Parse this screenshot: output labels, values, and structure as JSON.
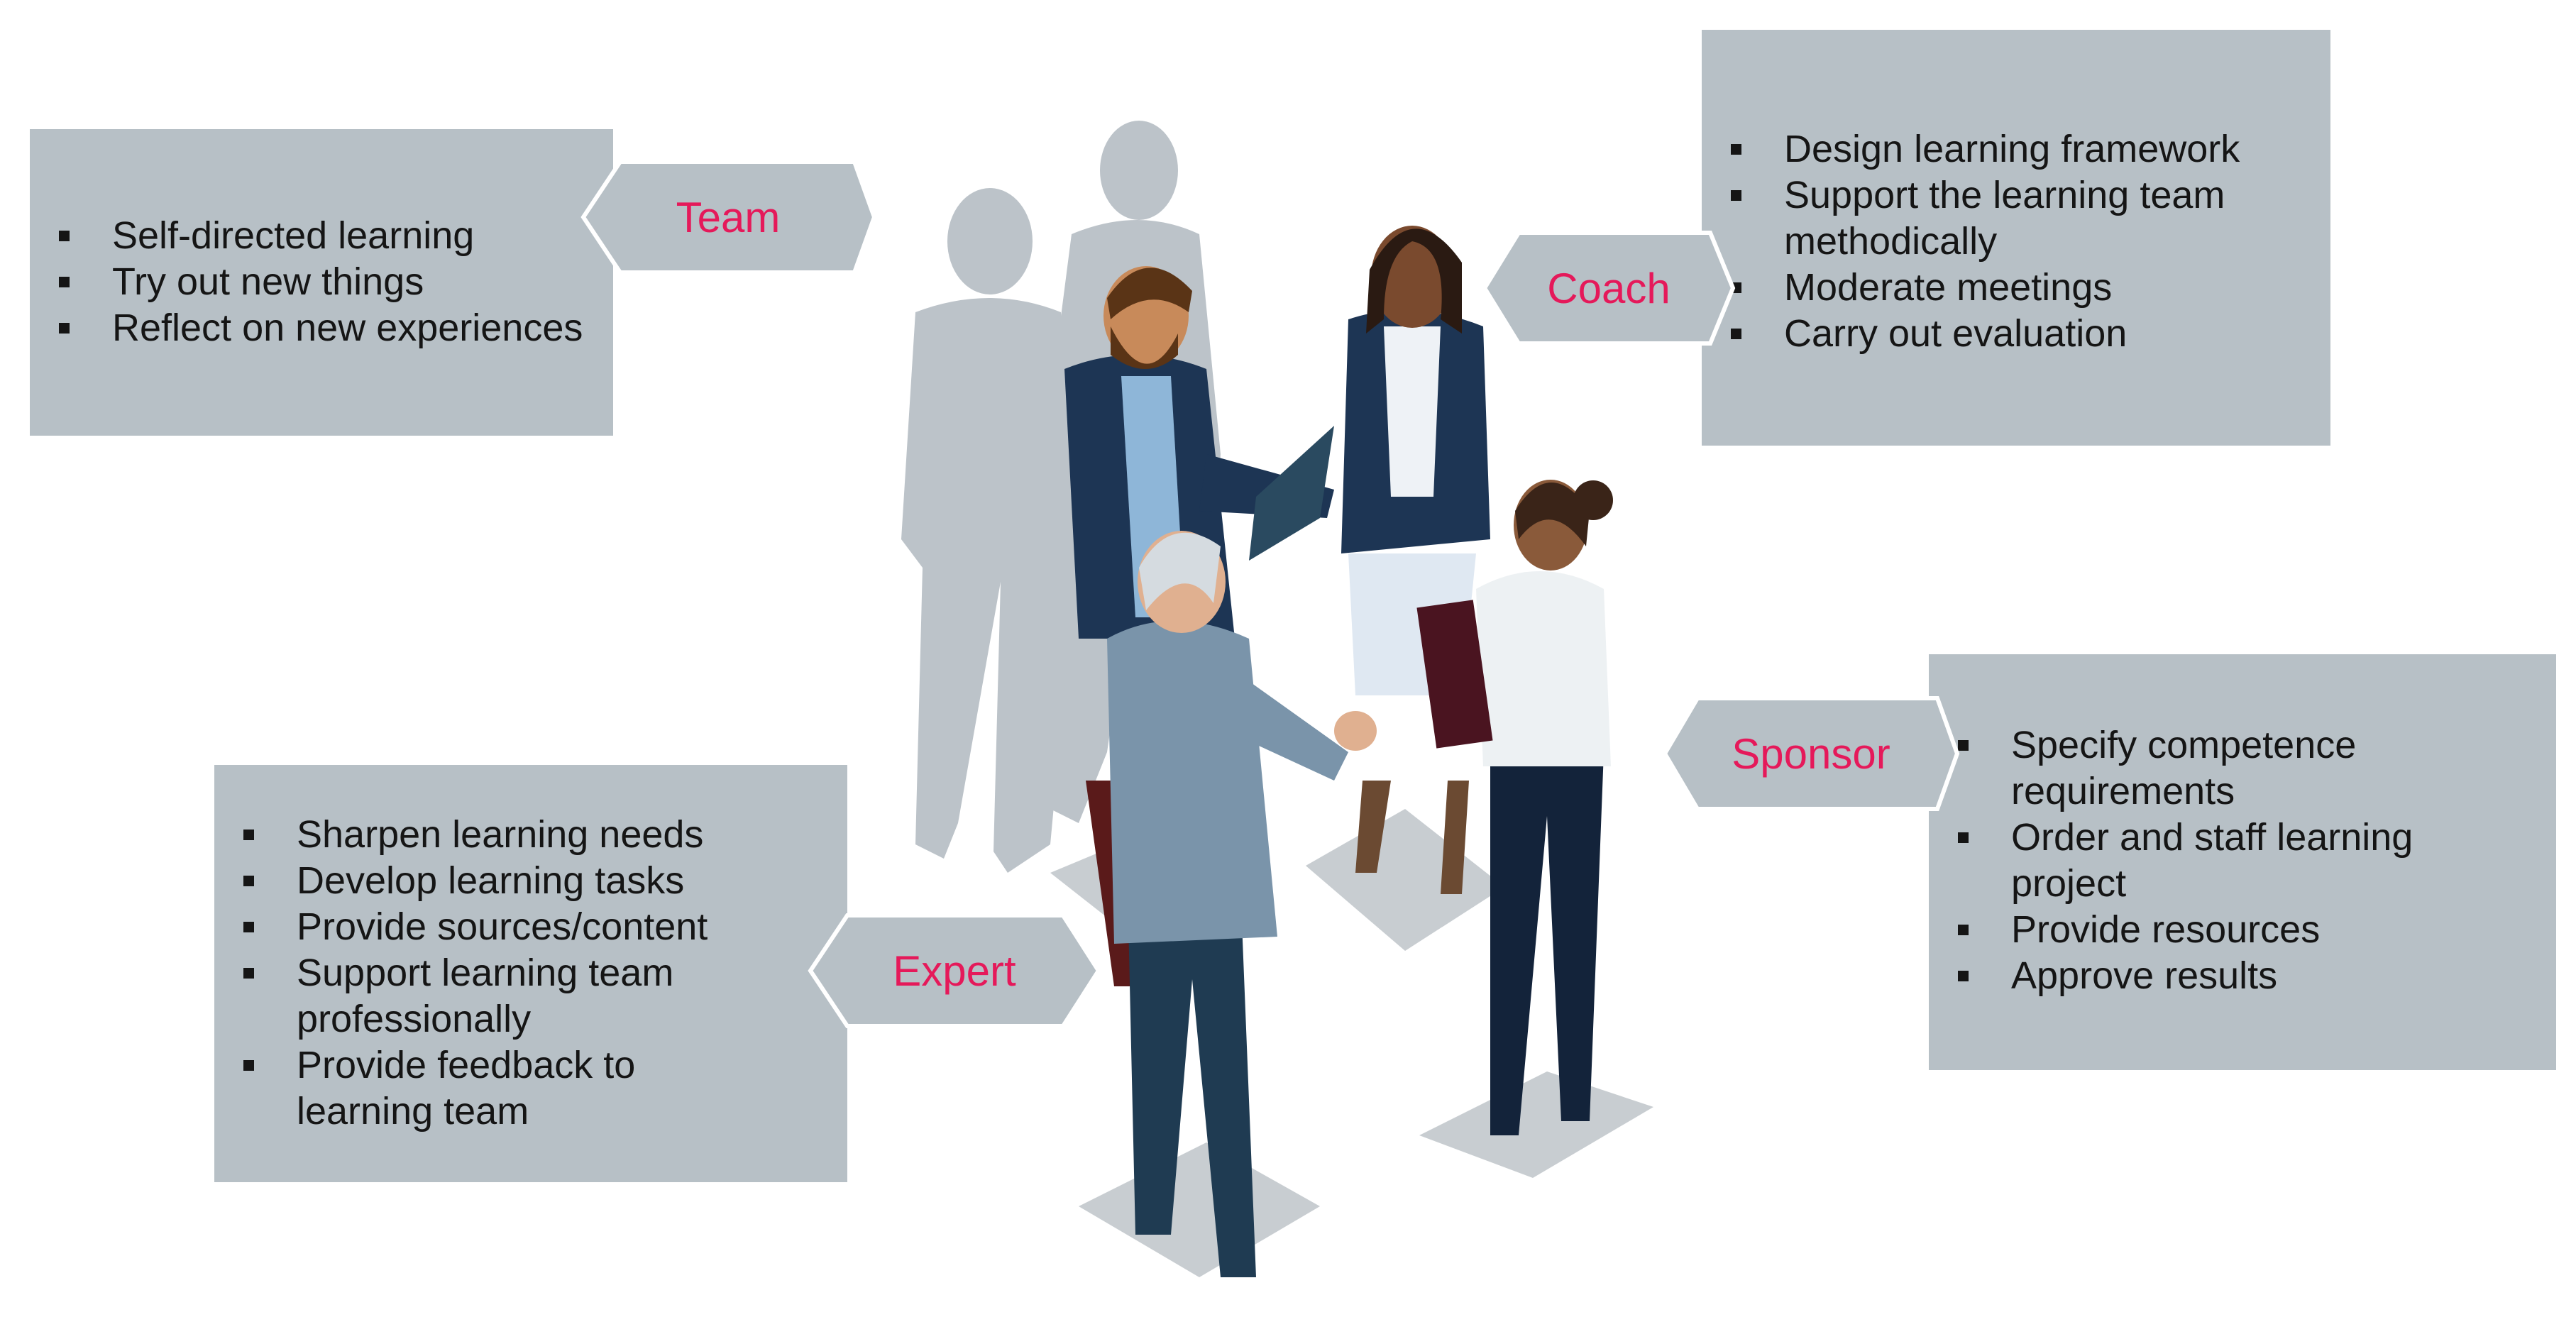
{
  "colors": {
    "box": "#b7c0c6",
    "tag": "#b7c0c6",
    "tag_text": "#e5195a",
    "body_text": "#151515"
  },
  "roles": {
    "team": {
      "label": "Team",
      "items": [
        "Self-directed learning",
        "Try out new things",
        "Reflect on new experiences"
      ]
    },
    "coach": {
      "label": "Coach",
      "items": [
        "Design learning framework",
        "Support the learning team methodically",
        "Moderate meetings",
        "Carry out evaluation"
      ]
    },
    "sponsor": {
      "label": "Sponsor",
      "items": [
        "Specify competence requirements",
        "Order and staff learning project",
        "Provide resources",
        "Approve results"
      ]
    },
    "expert": {
      "label": "Expert",
      "items": [
        "Sharpen learning needs",
        "Develop learning tasks",
        "Provide sources/content",
        "Support learning team professionally",
        "Provide feedback to learning team"
      ]
    }
  },
  "illustration": {
    "icons": [
      "silhouette-icon",
      "person-icon",
      "folder-icon",
      "book-icon"
    ]
  }
}
